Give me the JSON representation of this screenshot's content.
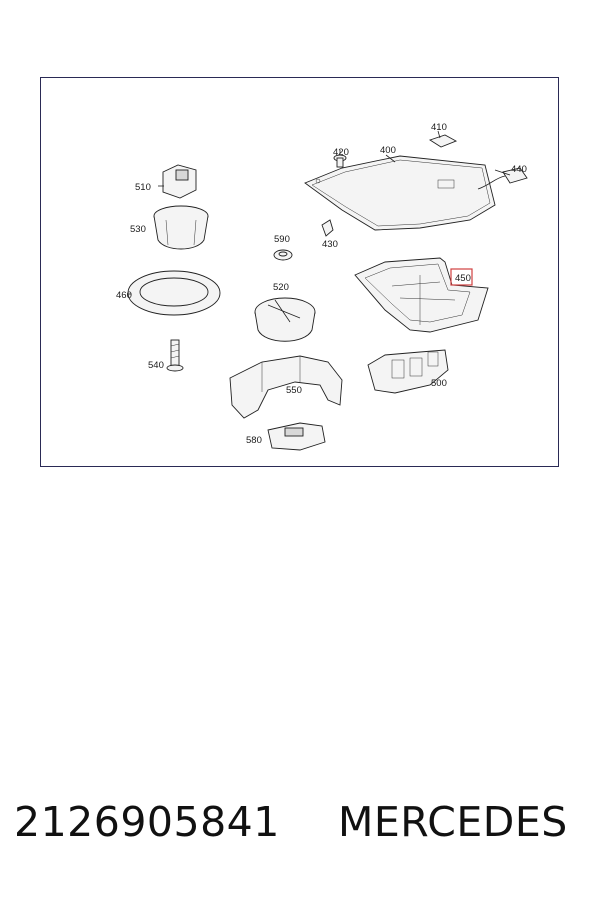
{
  "diagram": {
    "callouts": {
      "c400": "400",
      "c410": "410",
      "c420": "420",
      "c430": "430",
      "c440": "440",
      "c450": "450",
      "c460": "460",
      "c500": "500",
      "c510": "510",
      "c520": "520",
      "c530": "530",
      "c540": "540",
      "c550": "550",
      "c580": "580",
      "c590": "590"
    },
    "highlight_color": "#d04040"
  },
  "footer": {
    "part_number": "2126905841",
    "brand": "MERCEDES"
  }
}
